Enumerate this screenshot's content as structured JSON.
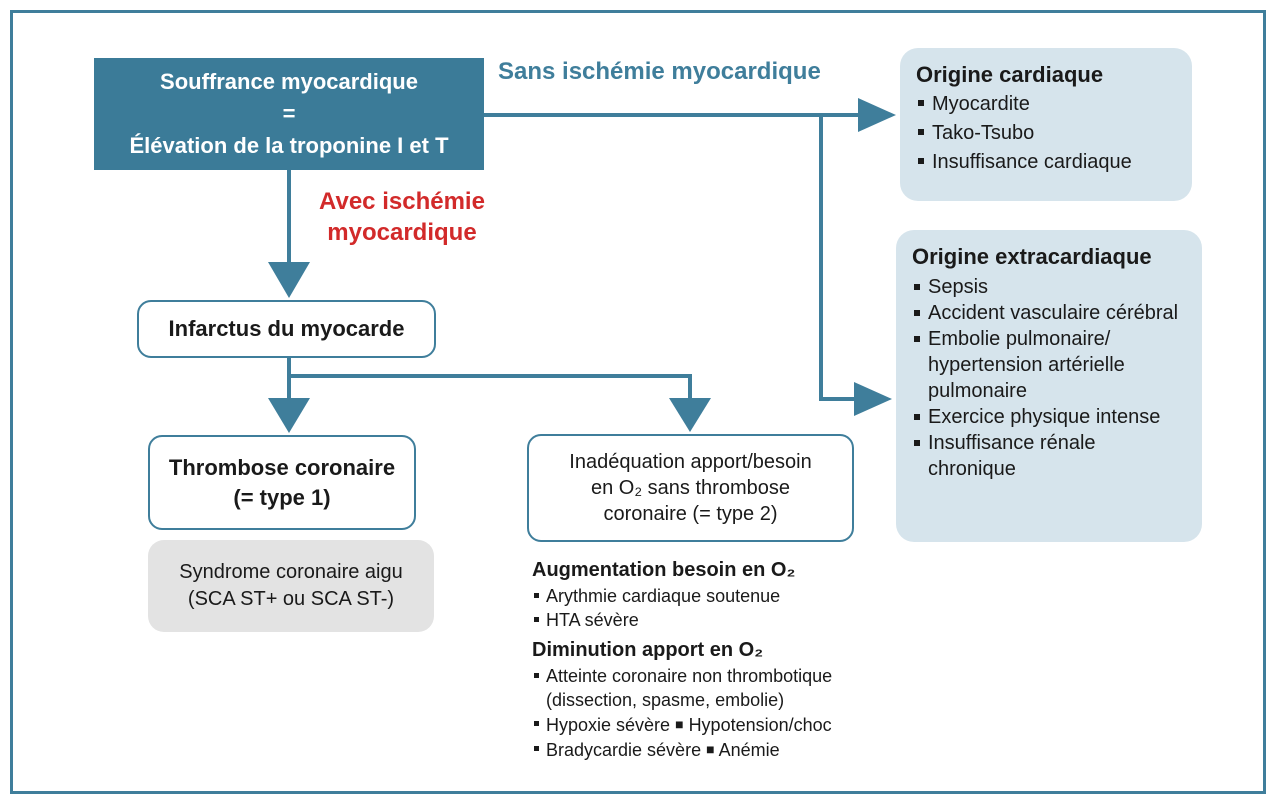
{
  "main_box": {
    "line1": "Souffrance myocardique",
    "line2": "=",
    "line3": "Élévation de la troponine I et T"
  },
  "labels": {
    "sans_ischemie": "Sans ischémie myocardique",
    "avec_ischemie_line1": "Avec ischémie",
    "avec_ischemie_line2": "myocardique"
  },
  "infarctus": "Infarctus du myocarde",
  "thrombose": {
    "line1": "Thrombose coronaire",
    "line2": "(= type 1)"
  },
  "sca": {
    "line1": "Syndrome coronaire aigu",
    "line2": "(SCA ST+ ou SCA ST-)"
  },
  "inadequation": {
    "line1": "Inadéquation apport/besoin",
    "line2": "en O₂ sans thrombose",
    "line3": "coronaire (= type 2)"
  },
  "augmentation": {
    "title": "Augmentation besoin en O₂",
    "items": [
      "Arythmie cardiaque soutenue",
      "HTA sévère"
    ]
  },
  "diminution": {
    "title": "Diminution apport en O₂",
    "items": [
      "Atteinte coronaire non thrombotique (dissection, spasme, embolie)",
      "Hypoxie sévère",
      "Hypotension/choc",
      "Bradycardie sévère",
      "Anémie"
    ]
  },
  "origine_cardiaque": {
    "title": "Origine cardiaque",
    "items": [
      "Myocardite",
      "Tako-Tsubo",
      "Insuffisance cardiaque"
    ]
  },
  "origine_extracardiaque": {
    "title": "Origine extracardiaque",
    "items": [
      "Sepsis",
      "Accident vasculaire cérébral",
      "Embolie pulmonaire/ hypertension artérielle pulmonaire",
      "Exercice physique intense",
      "Insuffisance rénale chronique"
    ]
  },
  "colors": {
    "primary": "#3b7b98",
    "accent_red": "#d22a2a",
    "panel_bg": "#d6e4ec",
    "grey_bg": "#e3e3e3"
  }
}
